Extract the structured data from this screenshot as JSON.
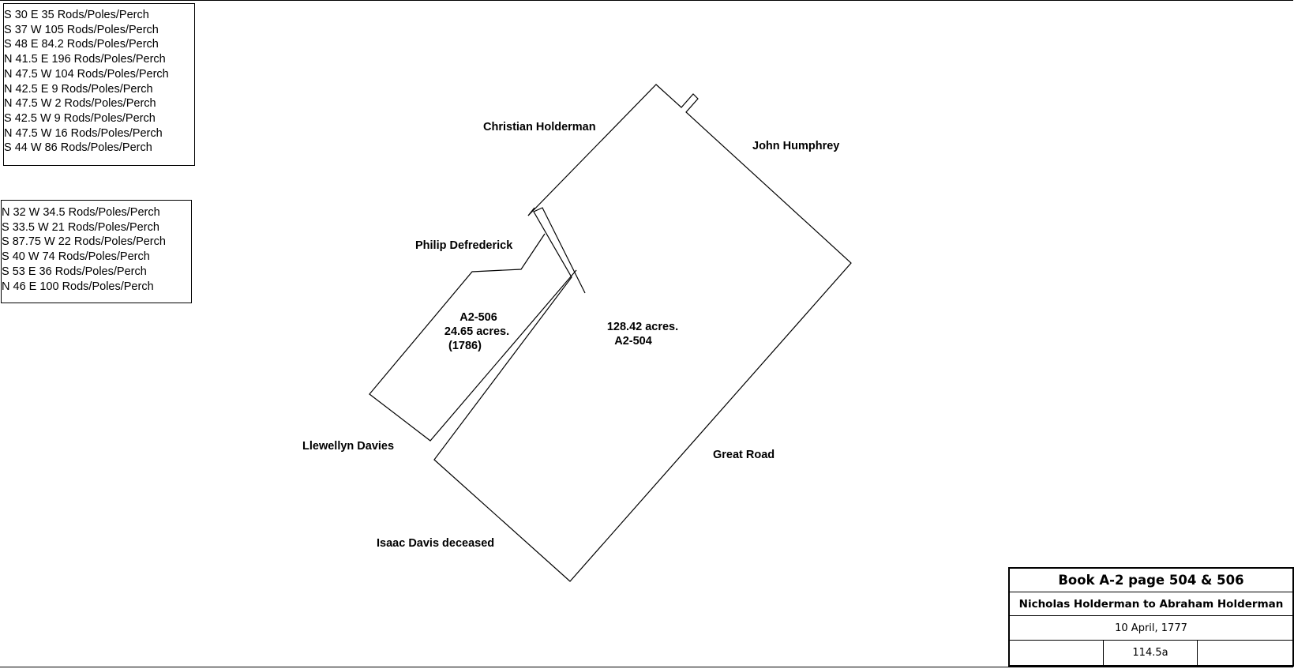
{
  "boundary_calls": {
    "tract_504": [
      "S 30 E 35 Rods/Poles/Perch",
      "S 37 W 105 Rods/Poles/Perch",
      "S 48 E 84.2 Rods/Poles/Perch",
      "N 41.5 E 196 Rods/Poles/Perch",
      "N 47.5 W 104 Rods/Poles/Perch",
      "N 42.5 E 9 Rods/Poles/Perch",
      "N 47.5 W 2 Rods/Poles/Perch",
      "S 42.5 W 9 Rods/Poles/Perch",
      "N 47.5 W 16 Rods/Poles/Perch",
      "S 44 W 86 Rods/Poles/Perch"
    ],
    "tract_506": [
      "N 32 W 34.5 Rods/Poles/Perch",
      "S 33.5 W 21 Rods/Poles/Perch",
      "S 87.75 W 22 Rods/Poles/Perch",
      "S 40 W 74 Rods/Poles/Perch",
      "S 53 E 36 Rods/Poles/Perch",
      "N 46 E 100 Rods/Poles/Perch"
    ]
  },
  "adjoiners": {
    "christian_holderman": "Christian Holderman",
    "john_humphrey": "John Humphrey",
    "philip_defrederick": "Philip Defrederick",
    "llewellyn_davies": "Llewellyn Davies",
    "isaac_davis": "Isaac Davis deceased",
    "great_road": "Great Road"
  },
  "tracts": {
    "a2_506": {
      "id": "A2-506",
      "acres": "24.65 acres.",
      "year": "(1786)"
    },
    "a2_504": {
      "acres": "128.42 acres.",
      "id": "A2-504"
    }
  },
  "title_block": {
    "book": "Book A-2 page 504 & 506",
    "parties": "Nicholas Holderman to Abraham Holderman",
    "date": "10 April, 1777",
    "acreage": "114.5a"
  },
  "colors": {
    "line": "#000000",
    "background": "#ffffff"
  }
}
